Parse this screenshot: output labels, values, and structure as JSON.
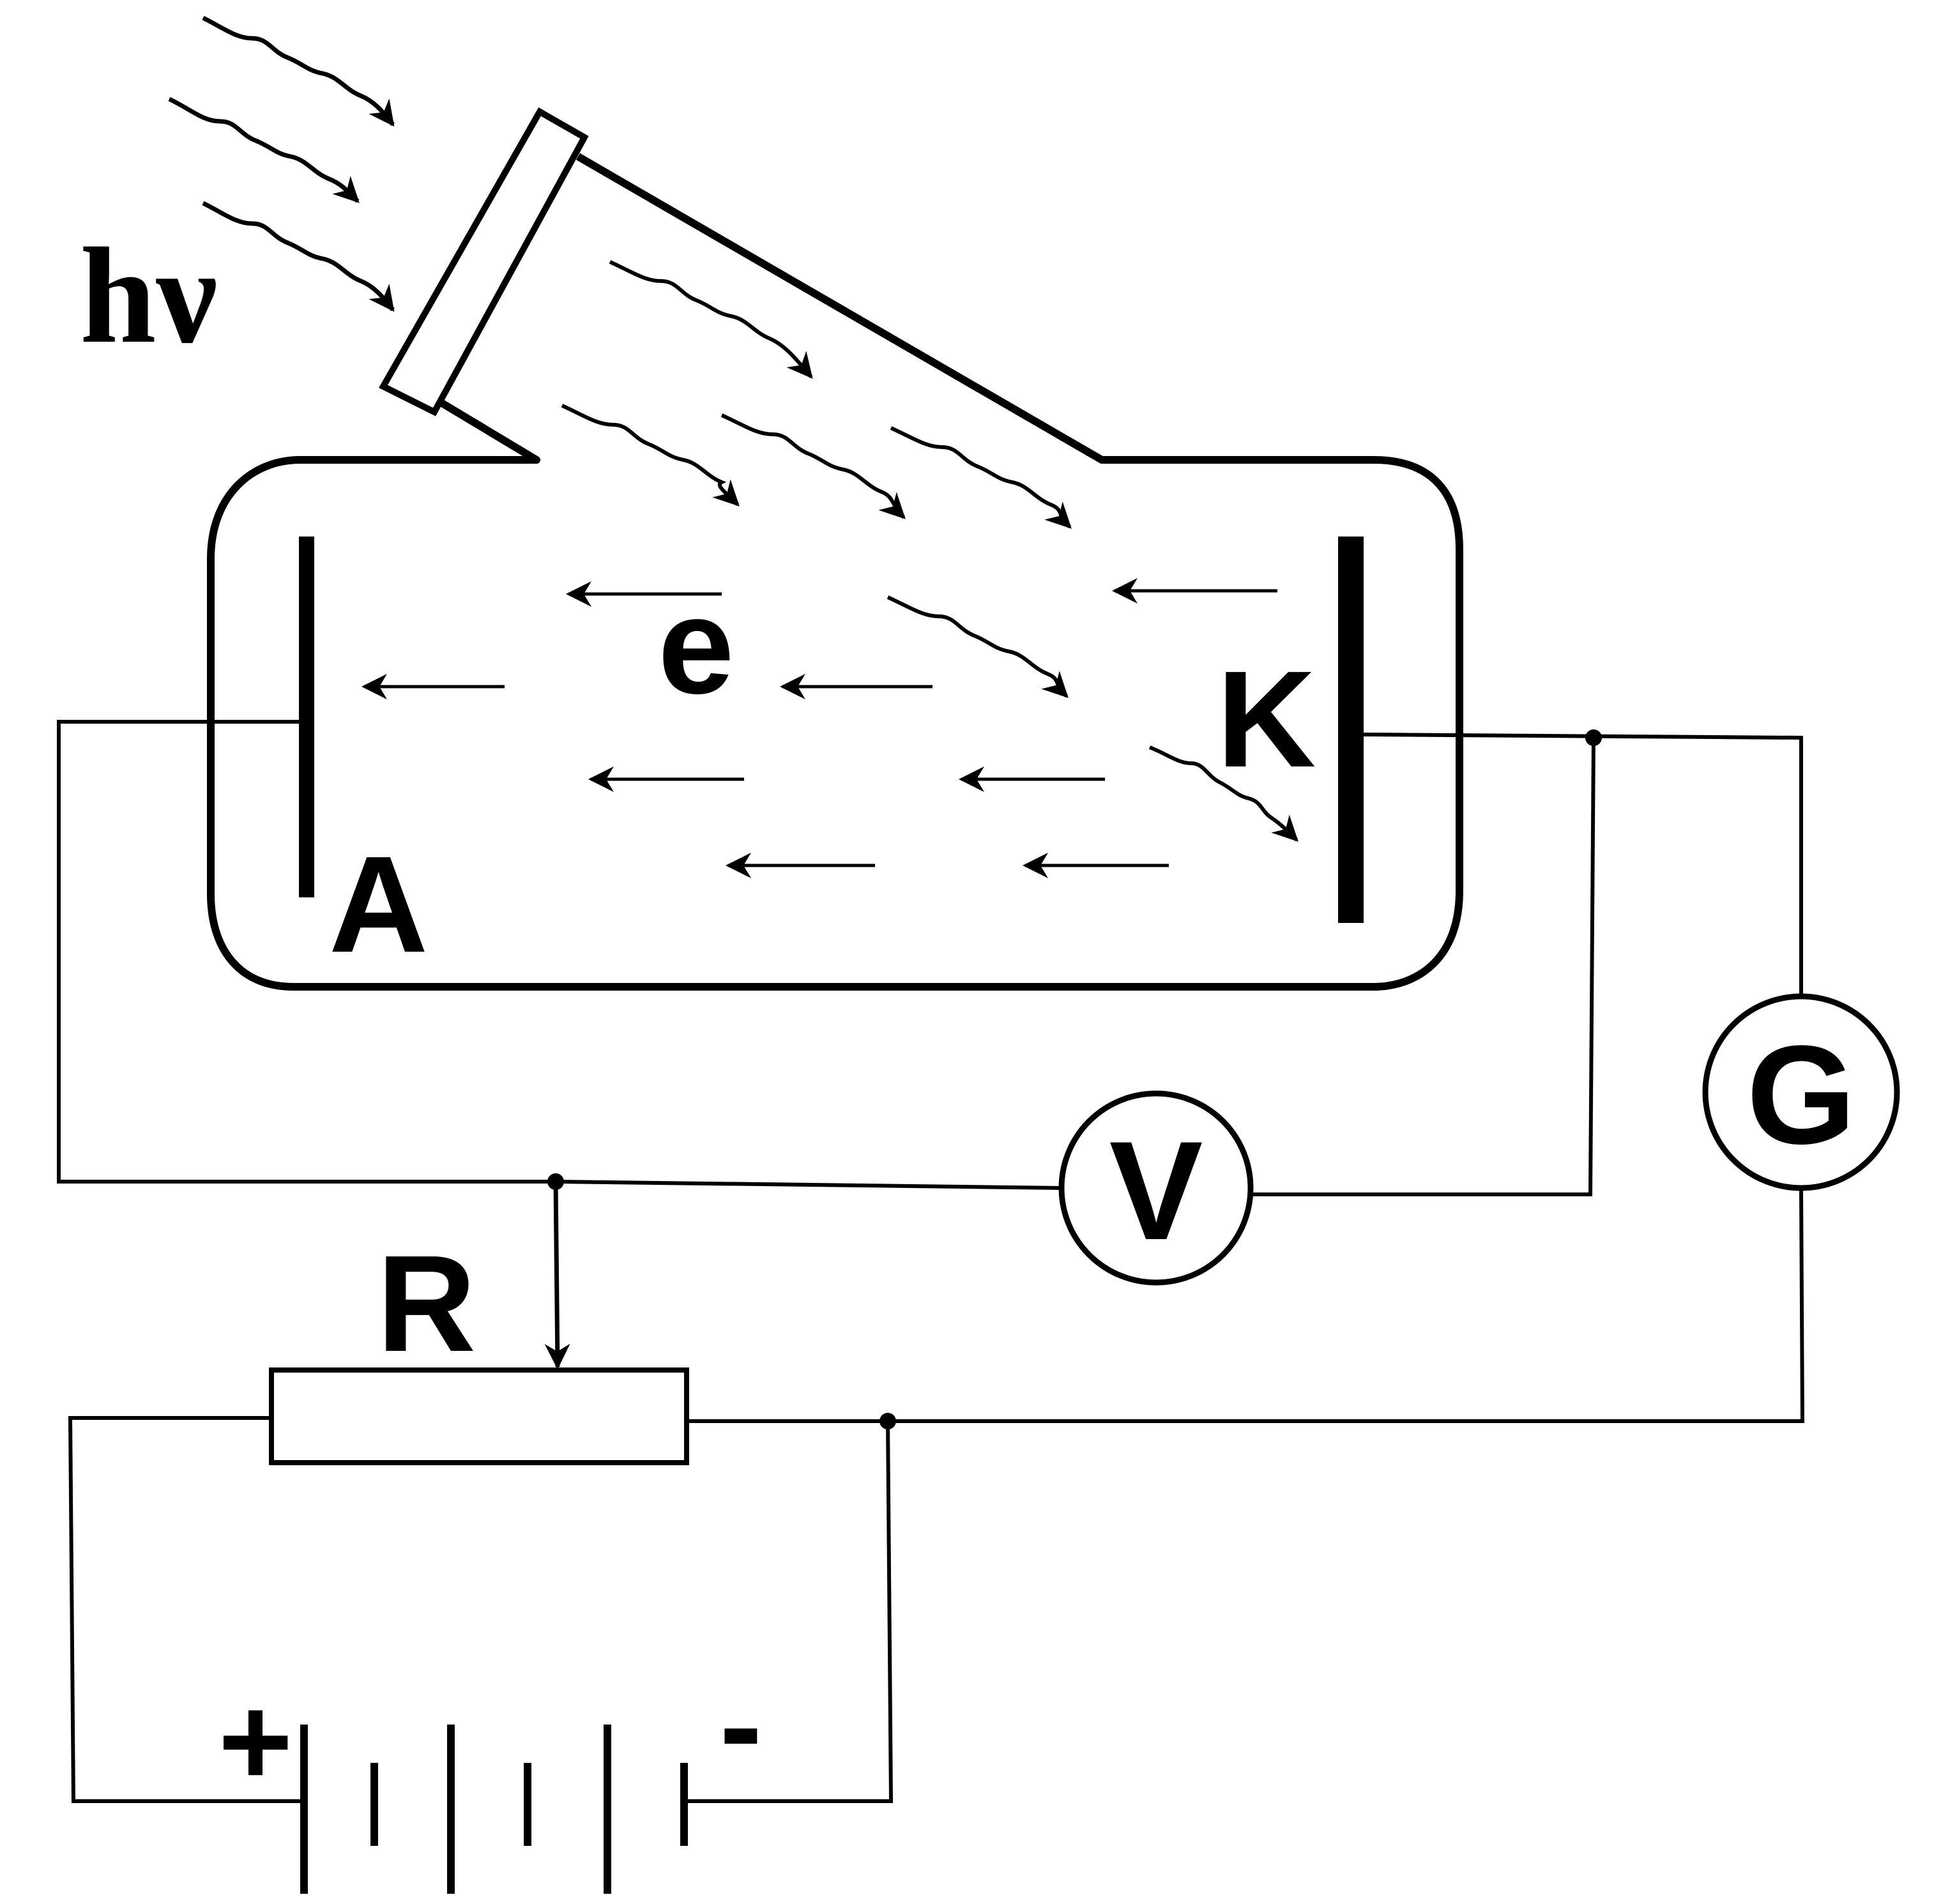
{
  "labels": {
    "photon": "hν",
    "electron": "e",
    "anode": "A",
    "cathode": "K",
    "voltmeter": "V",
    "galvanometer": "G",
    "rheostat": "R",
    "battery_plus": "+",
    "battery_minus": "-"
  },
  "colors": {
    "ink": "#000000",
    "background": "#ffffff"
  }
}
